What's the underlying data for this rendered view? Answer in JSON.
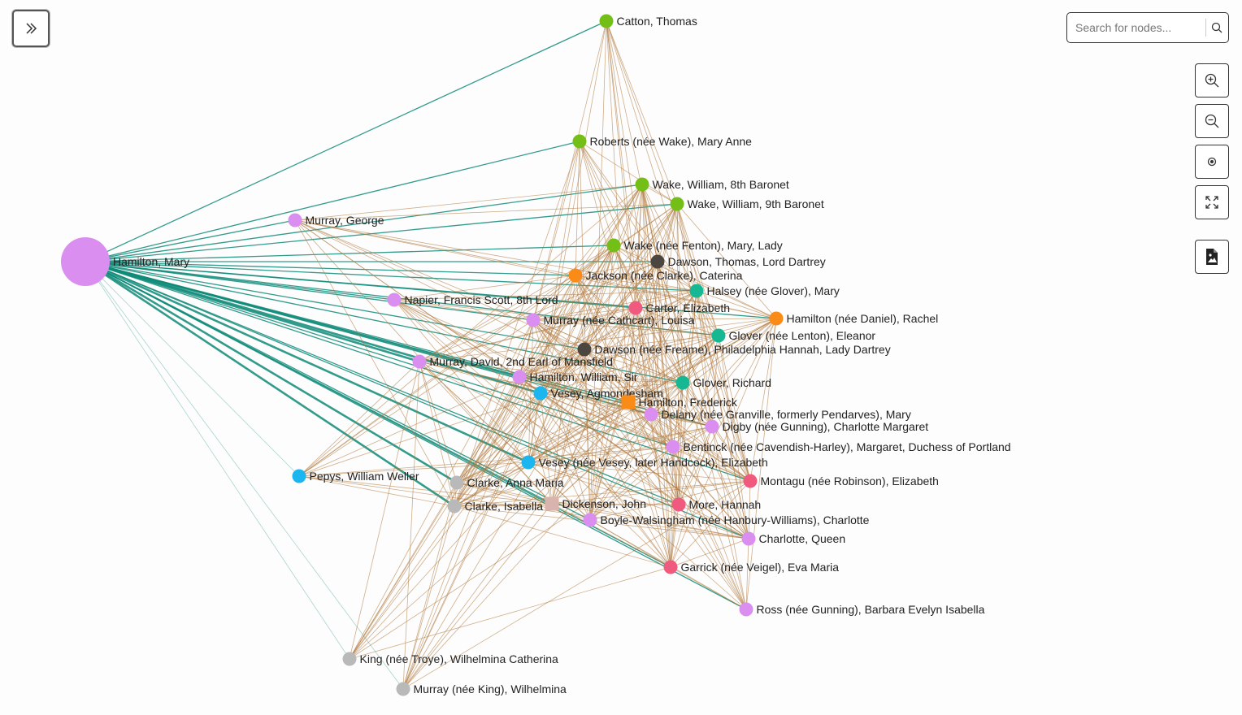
{
  "controls": {
    "search_placeholder": "Search for nodes...",
    "icons": [
      "chevron-double-right-icon",
      "search-icon",
      "zoom-in-icon",
      "zoom-out-icon",
      "center-focus-icon",
      "fullscreen-icon",
      "export-image-icon"
    ]
  },
  "colors": {
    "edge_teal": "#0e8a78",
    "edge_brown": "#b07a40",
    "violet": "#da8ef0",
    "green": "#74bf17",
    "orange": "#fb8b17",
    "teal": "#16b894",
    "cyan": "#1bb5ef",
    "pink": "#f05a7e",
    "dark": "#4b463f",
    "gray": "#b9b9b9",
    "beige": "#d9b3ad"
  },
  "nodes": [
    {
      "id": "hamilton-mary",
      "label": "Hamilton, Mary",
      "color": "violet",
      "size": "large"
    },
    {
      "id": "catton-thomas",
      "label": "Catton, Thomas",
      "color": "green"
    },
    {
      "id": "roberts-mary-anne",
      "label": "Roberts (née Wake), Mary Anne",
      "color": "green"
    },
    {
      "id": "wake-william-8th",
      "label": "Wake, William, 8th Baronet",
      "color": "green"
    },
    {
      "id": "wake-william-9th",
      "label": "Wake, William, 9th Baronet",
      "color": "green"
    },
    {
      "id": "murray-george",
      "label": "Murray, George",
      "color": "violet"
    },
    {
      "id": "wake-mary-lady",
      "label": "Wake (née Fenton), Mary, Lady",
      "color": "green"
    },
    {
      "id": "dawson-thomas",
      "label": "Dawson, Thomas, Lord Dartrey",
      "color": "dark"
    },
    {
      "id": "jackson-caterina",
      "label": "Jackson (née Clarke), Caterina",
      "color": "orange"
    },
    {
      "id": "halsey-mary",
      "label": "Halsey (née Glover), Mary",
      "color": "teal"
    },
    {
      "id": "napier-francis",
      "label": "Napier, Francis Scott, 8th Lord",
      "color": "violet"
    },
    {
      "id": "carter-elizabeth",
      "label": "Carter, Elizabeth",
      "color": "pink"
    },
    {
      "id": "hamilton-rachel",
      "label": "Hamilton (née Daniel), Rachel",
      "color": "orange"
    },
    {
      "id": "murray-louisa",
      "label": "Murray (née Cathcart), Louisa",
      "color": "violet"
    },
    {
      "id": "glover-eleanor",
      "label": "Glover (née Lenton), Eleanor",
      "color": "teal"
    },
    {
      "id": "dawson-philadelphia",
      "label": "Dawson (née Freame), Philadelphia Hannah, Lady Dartrey",
      "color": "dark"
    },
    {
      "id": "murray-david",
      "label": "Murray, David, 2nd Earl of Mansfield",
      "color": "violet"
    },
    {
      "id": "hamilton-william",
      "label": "Hamilton, William, Sir",
      "color": "violet"
    },
    {
      "id": "glover-richard",
      "label": "Glover, Richard",
      "color": "teal"
    },
    {
      "id": "vesey-agmondesham",
      "label": "Vesey, Agmondesham",
      "color": "cyan"
    },
    {
      "id": "hamilton-frederick",
      "label": "Hamilton, Frederick",
      "color": "orange",
      "shape": "square"
    },
    {
      "id": "delany-mary",
      "label": "Delany (née Granville, formerly Pendarves), Mary",
      "color": "violet"
    },
    {
      "id": "digby-charlotte",
      "label": "Digby (née Gunning), Charlotte Margaret",
      "color": "violet"
    },
    {
      "id": "bentinck-margaret",
      "label": "Bentinck (née Cavendish-Harley), Margaret, Duchess of Portland",
      "color": "violet"
    },
    {
      "id": "vesey-elizabeth",
      "label": "Vesey (née Vesey, later Handcock), Elizabeth",
      "color": "cyan"
    },
    {
      "id": "pepys-william",
      "label": "Pepys, William Weller",
      "color": "cyan"
    },
    {
      "id": "clarke-anna-maria",
      "label": "Clarke, Anna Maria",
      "color": "gray"
    },
    {
      "id": "montagu-elizabeth",
      "label": "Montagu (née Robinson), Elizabeth",
      "color": "pink"
    },
    {
      "id": "clarke-isabella",
      "label": "Clarke, Isabella",
      "color": "gray"
    },
    {
      "id": "dickenson-john",
      "label": "Dickenson, John",
      "color": "beige",
      "shape": "square"
    },
    {
      "id": "more-hannah",
      "label": "More, Hannah",
      "color": "pink"
    },
    {
      "id": "boyle-walsingham",
      "label": "Boyle-Walsingham (née Hanbury-Williams), Charlotte",
      "color": "violet"
    },
    {
      "id": "charlotte-queen",
      "label": "Charlotte, Queen",
      "color": "violet"
    },
    {
      "id": "garrick-eva",
      "label": "Garrick (née Veigel), Eva Maria",
      "color": "pink"
    },
    {
      "id": "ross-barbara",
      "label": "Ross (née Gunning), Barbara Evelyn Isabella",
      "color": "violet"
    },
    {
      "id": "king-wilhelmina",
      "label": "King (née Troye), Wilhelmina Catherina",
      "color": "gray"
    },
    {
      "id": "murray-wilhelmina",
      "label": "Murray (née King), Wilhelmina",
      "color": "gray"
    }
  ]
}
